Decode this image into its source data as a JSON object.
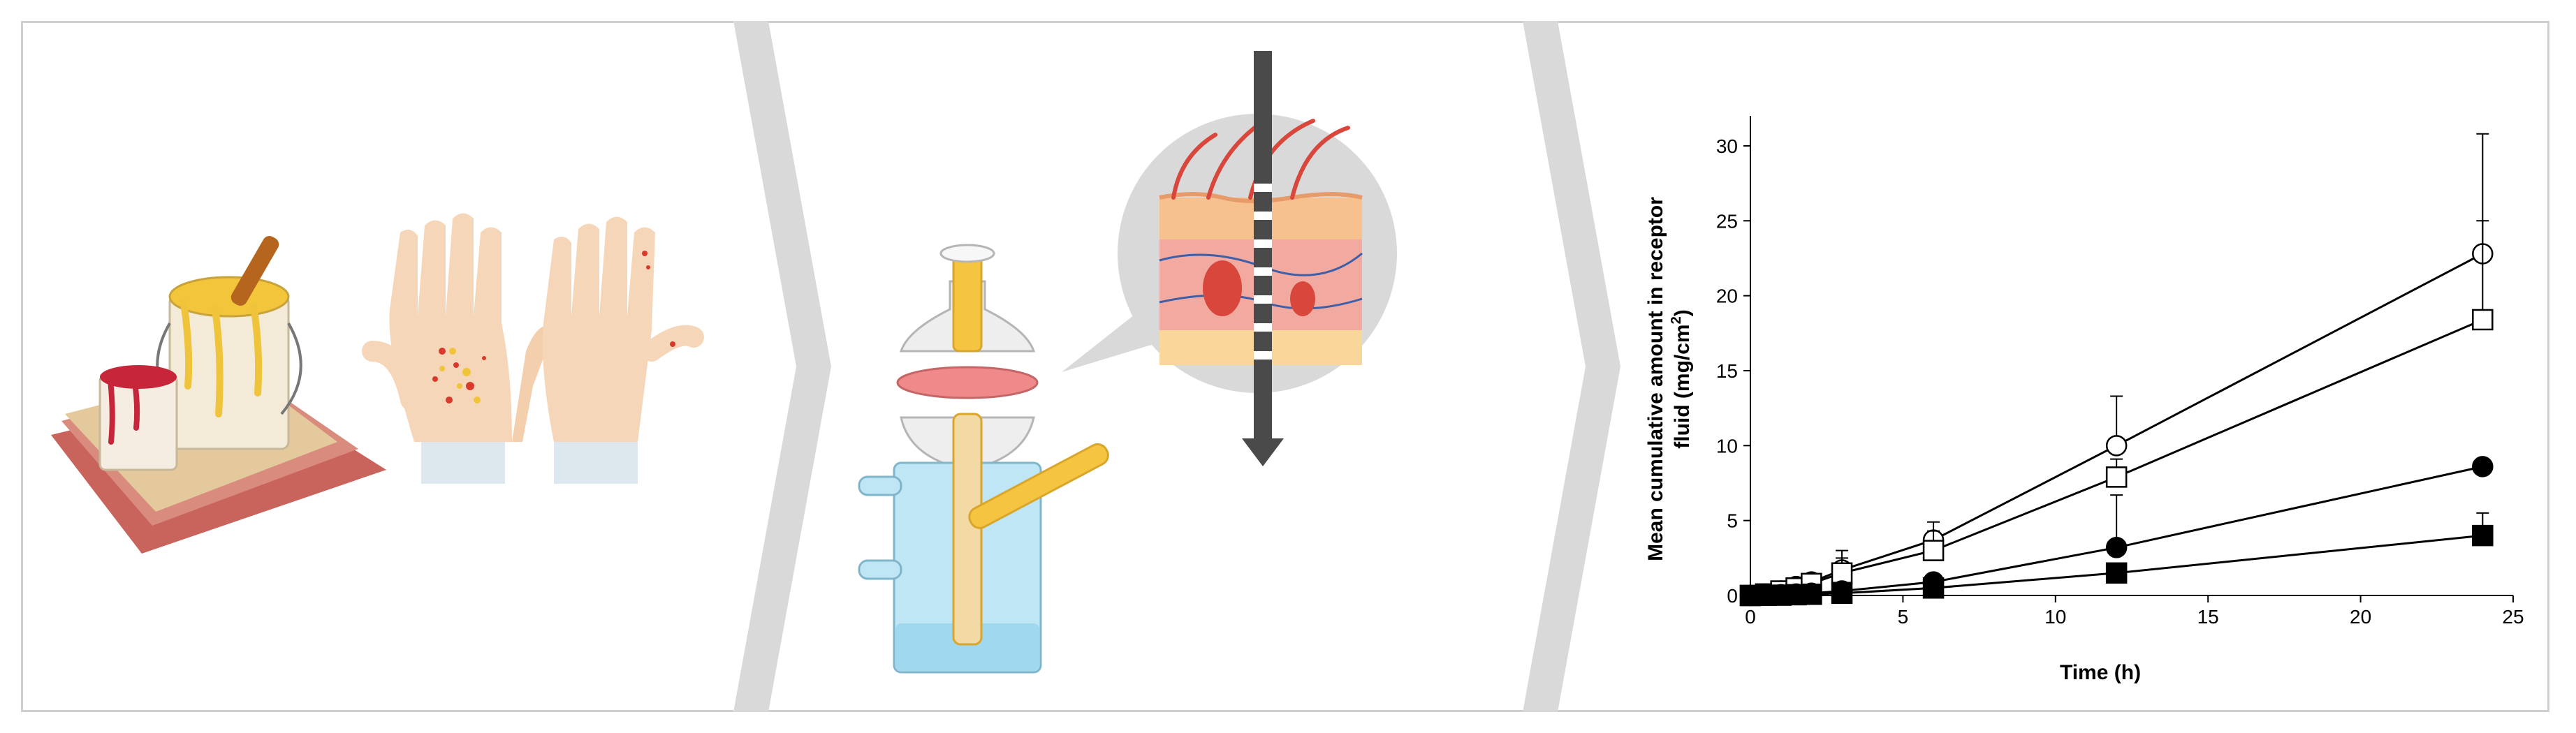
{
  "chart_data": {
    "type": "line",
    "xlabel": "Time (h)",
    "ylabel_line1": "Mean cumulative amount in receptor",
    "ylabel_line2": "fluid (mg/cm",
    "ylabel_sup": "2",
    "ylabel_close": ")",
    "xlim": [
      0,
      25
    ],
    "ylim": [
      0,
      32
    ],
    "xticks": [
      0,
      5,
      10,
      15,
      20,
      25
    ],
    "yticks": [
      0,
      5,
      10,
      15,
      20,
      25,
      30
    ],
    "series": [
      {
        "marker": "open-circle",
        "x": [
          0,
          0.5,
          1,
          1.5,
          2,
          3,
          6,
          12,
          24
        ],
        "y": [
          0,
          0.1,
          0.3,
          0.6,
          0.9,
          1.7,
          3.7,
          10.0,
          22.8
        ],
        "err": [
          0,
          0,
          0,
          0,
          0,
          1.3,
          1.2,
          3.3,
          8.0
        ]
      },
      {
        "marker": "open-square",
        "x": [
          0,
          0.5,
          1,
          1.5,
          2,
          3,
          6,
          12,
          24
        ],
        "y": [
          0,
          0.1,
          0.3,
          0.5,
          0.8,
          1.5,
          3.0,
          7.9,
          18.4
        ],
        "err": [
          0,
          0,
          0,
          0,
          0,
          1.0,
          1.3,
          1.2,
          6.6
        ]
      },
      {
        "marker": "filled-circle",
        "x": [
          0,
          0.5,
          1,
          1.5,
          2,
          3,
          6,
          12,
          24
        ],
        "y": [
          0,
          0.02,
          0.05,
          0.1,
          0.15,
          0.3,
          0.9,
          3.2,
          8.6
        ],
        "err": [
          0,
          0,
          0,
          0,
          0,
          0,
          0.4,
          3.5,
          0
        ]
      },
      {
        "marker": "filled-square",
        "x": [
          0,
          0.5,
          1,
          1.5,
          2,
          3,
          6,
          12,
          24
        ],
        "y": [
          0,
          0.01,
          0.02,
          0.05,
          0.08,
          0.15,
          0.5,
          1.5,
          4.0
        ],
        "err": [
          0,
          0,
          0,
          0,
          0,
          0,
          0.2,
          0.3,
          1.5
        ]
      }
    ]
  },
  "colors": {
    "frame": "#cfcfcf",
    "chevron": "#d9d9d9",
    "skin_pink": "#f2a9a0",
    "cell_glass": "#bfe6f5",
    "receptor_fluid": "#9fd8ef",
    "donor_yellow": "#f5c542",
    "membrane": "#f08a8a",
    "arrow": "#4a4a4a",
    "hair_red": "#d9463b"
  },
  "icons": [
    "paint-cans-icon",
    "contaminated-hands-icon",
    "franz-diffusion-cell-icon",
    "skin-cross-section-icon",
    "permeation-arrow-icon"
  ]
}
